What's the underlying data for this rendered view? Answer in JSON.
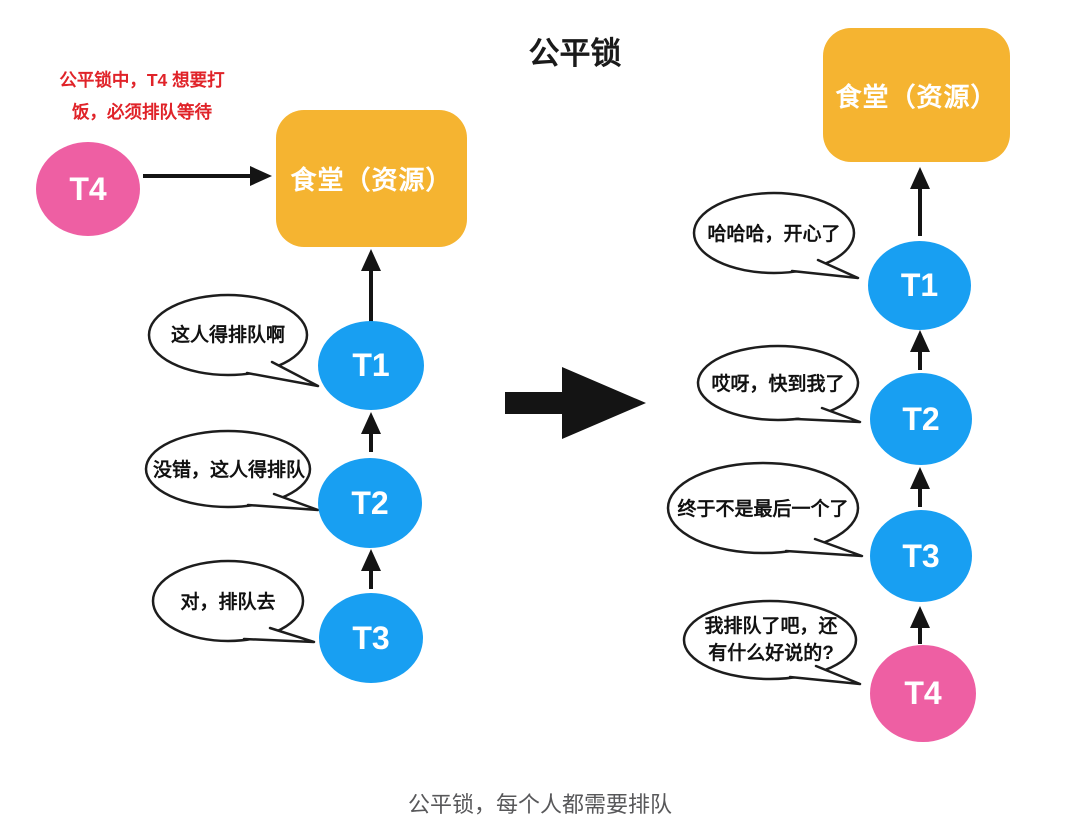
{
  "title": "公平锁",
  "caption": "公平锁，每个人都需要排队",
  "colors": {
    "resource_yellow": "#f5b431",
    "thread_blue": "#189ff2",
    "thread_pink": "#ee5fa3",
    "note_red": "#e02329",
    "arrow_black": "#141414",
    "caption_gray": "#58585a"
  },
  "left": {
    "note_line1": "公平锁中，T4 想要打",
    "note_line2": "饭，必须排队等待",
    "resource_label": "食堂（资源）",
    "waiting_thread_label": "T4",
    "threads": [
      {
        "label": "T1",
        "bubble": "这人得排队啊"
      },
      {
        "label": "T2",
        "bubble": "没错，这人得排队"
      },
      {
        "label": "T3",
        "bubble": "对，排队去"
      }
    ]
  },
  "right": {
    "resource_label": "食堂（资源）",
    "threads": [
      {
        "label": "T1",
        "bubble": "哈哈哈，开心了"
      },
      {
        "label": "T2",
        "bubble": "哎呀，快到我了"
      },
      {
        "label": "T3",
        "bubble": "终于不是最后一个了"
      },
      {
        "label": "T4",
        "bubble_line1": "我排队了吧，还",
        "bubble_line2": "有什么好说的?"
      }
    ]
  }
}
